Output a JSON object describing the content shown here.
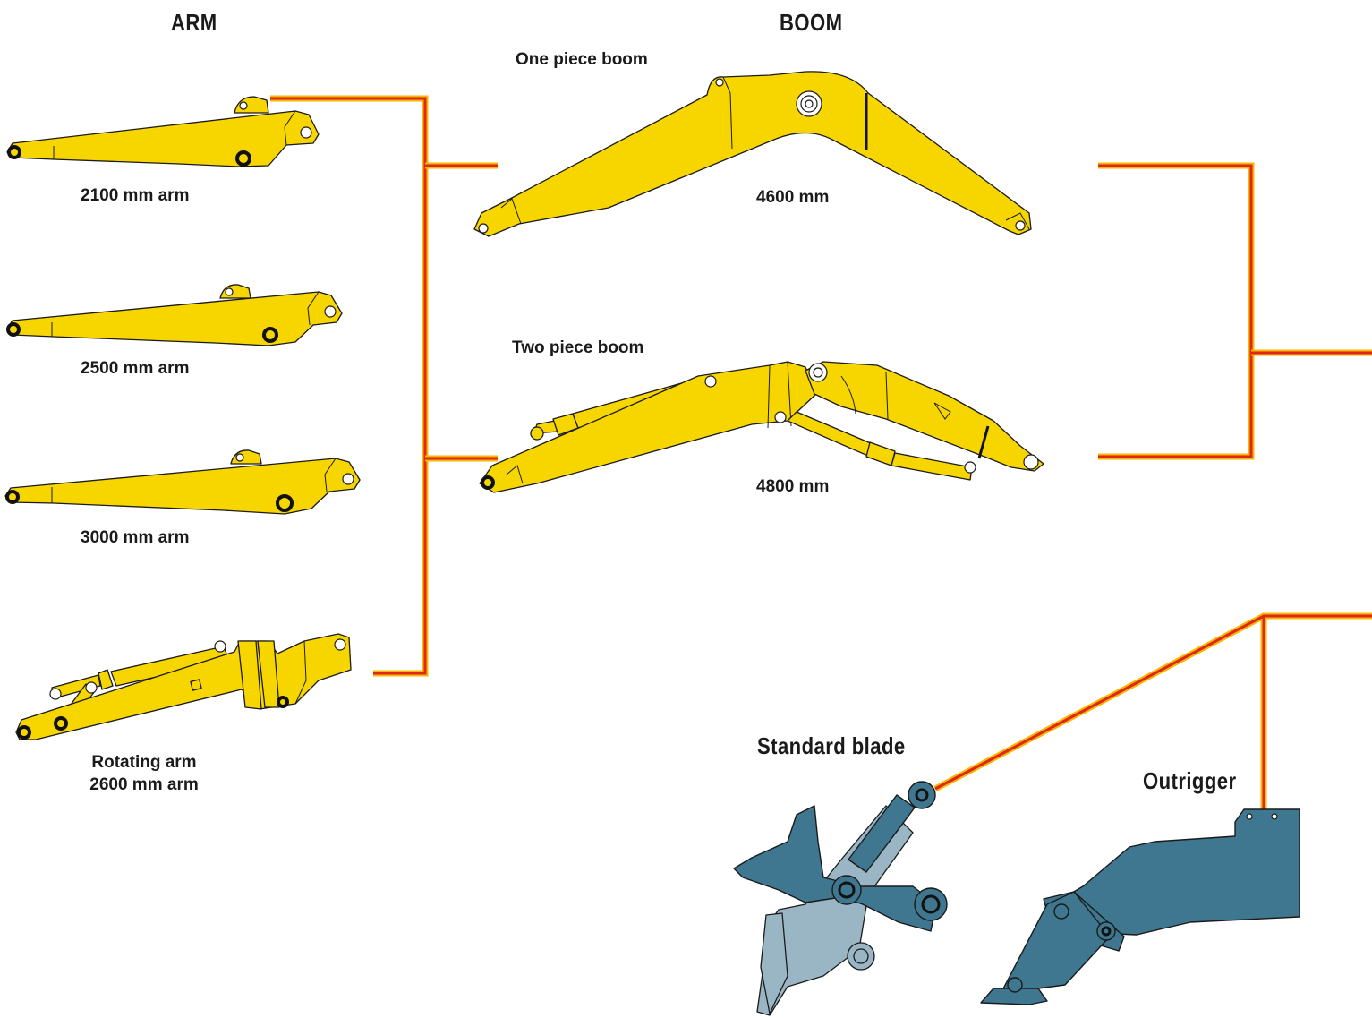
{
  "headings": {
    "arm": "ARM",
    "boom": "BOOM",
    "standard_blade": "Standard blade",
    "outrigger": "Outrigger"
  },
  "arms": [
    {
      "label": "2100 mm arm"
    },
    {
      "label": "2500 mm arm"
    },
    {
      "label": "3000 mm arm"
    },
    {
      "label_line1": "Rotating arm",
      "label_line2": "2600 mm arm"
    }
  ],
  "booms": [
    {
      "title": "One piece boom",
      "length": "4600 mm"
    },
    {
      "title": "Two piece boom",
      "length": "4800 mm"
    }
  ],
  "colors": {
    "component_yellow": "#f7d600",
    "attachment_blue": "#3f7790",
    "attachment_blue_light": "#9ab6c5",
    "connector_red": "#e0251b",
    "connector_orange": "#f5b800"
  }
}
